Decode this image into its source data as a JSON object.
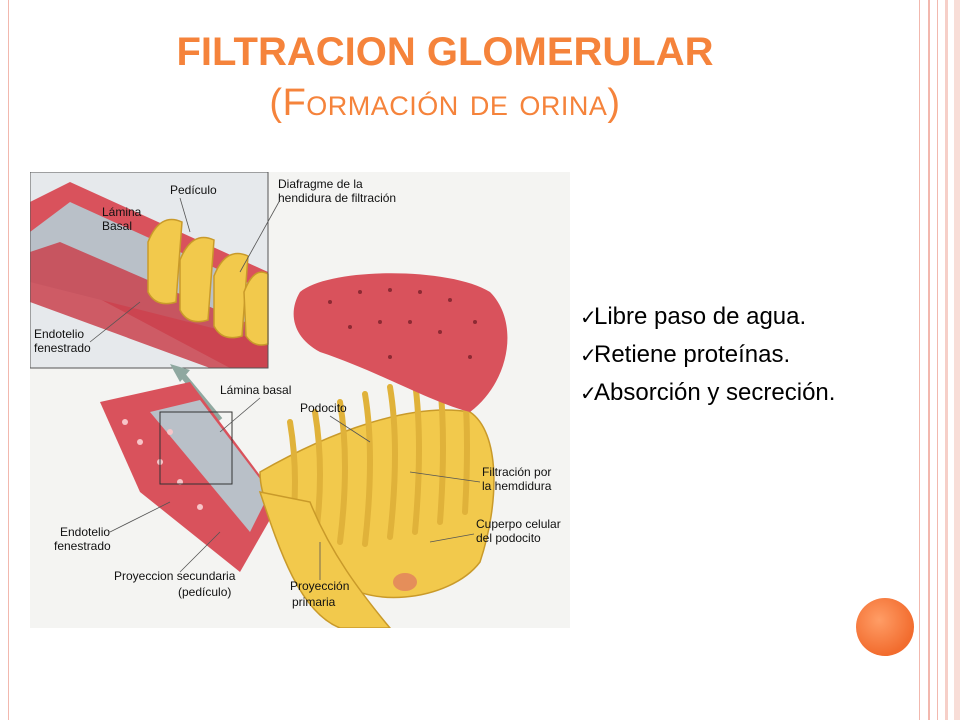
{
  "slide": {
    "title": "FILTRACION GLOMERULAR",
    "subtitle": "(Formación de orina)",
    "bullets": [
      "Libre paso de agua.",
      "Retiene proteínas.",
      "Absorción y secreción."
    ],
    "check_icon": "✓"
  },
  "diagram": {
    "labels": {
      "pediculo": "Pedículo",
      "lamina_basal_top_1": "Lámina",
      "lamina_basal_top_2": "Basal",
      "diafragma_1": "Diafragme de la",
      "diafragma_2": "hendidura de filtración",
      "endotelio_top_1": "Endotelio",
      "endotelio_top_2": "fenestrado",
      "lamina_basal_mid": "Lámina basal",
      "podocito": "Podocito",
      "filtracion_1": "Filtración por",
      "filtracion_2": "la hemdidura",
      "cuerpo_1": "Cuperpo celular",
      "cuerpo_2": "del podocito",
      "endotelio_bot_1": "Endotelio",
      "endotelio_bot_2": "fenestrado",
      "proy_sec_1": "Proyeccion secundaria",
      "proy_sec_2": "(pedículo)",
      "proy_pri_1": "Proyección",
      "proy_pri_2": "primaria"
    }
  },
  "colors": {
    "accent": "#f5833b",
    "tissue_red": "#d9525c",
    "podocyte_yellow": "#f2c94c",
    "basal_gray": "#b9c0c8"
  }
}
